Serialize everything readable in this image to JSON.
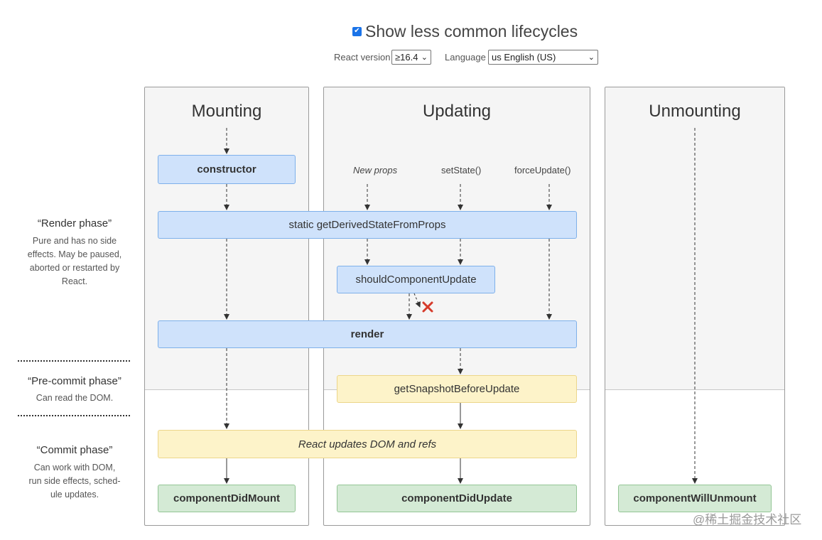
{
  "header": {
    "show_less_checked": true,
    "show_less_label": "Show less common lifecycles",
    "react_version_label": "React version",
    "react_version_value": "≥16.4",
    "language_label": "Language",
    "language_value": "us English (US)"
  },
  "phases": {
    "render": {
      "title": "“Render phase”",
      "desc": [
        "Pure and has no side",
        "effects. May be paused,",
        "aborted or restarted by",
        "React."
      ]
    },
    "precommit": {
      "title": "“Pre-commit phase”",
      "desc": [
        "Can read the DOM."
      ]
    },
    "commit": {
      "title": "“Commit phase”",
      "desc": [
        "Can work with DOM,",
        "run side effects, sched-",
        "ule updates."
      ]
    }
  },
  "columns": {
    "mounting": "Mounting",
    "updating": "Updating",
    "unmounting": "Unmounting"
  },
  "triggers": {
    "new_props": "New props",
    "set_state": "setState()",
    "force_update": "forceUpdate()"
  },
  "methods": {
    "constructor": "constructor",
    "get_derived_state": "static getDerivedStateFromProps",
    "should_component_update": "shouldComponentUpdate",
    "render": "render",
    "get_snapshot": "getSnapshotBeforeUpdate",
    "react_updates": "React updates DOM and refs",
    "component_did_mount": "componentDidMount",
    "component_did_update": "componentDidUpdate",
    "component_will_unmount": "componentWillUnmount"
  },
  "icons": {
    "cancel": "red-x-icon"
  },
  "colors": {
    "render_box": "#cfe2fb",
    "commit_box": "#fdf3c9",
    "lifecycle_end_box": "#d4ead5",
    "cancel_x": "#d63b2b"
  },
  "watermark": "@稀土掘金技术社区"
}
